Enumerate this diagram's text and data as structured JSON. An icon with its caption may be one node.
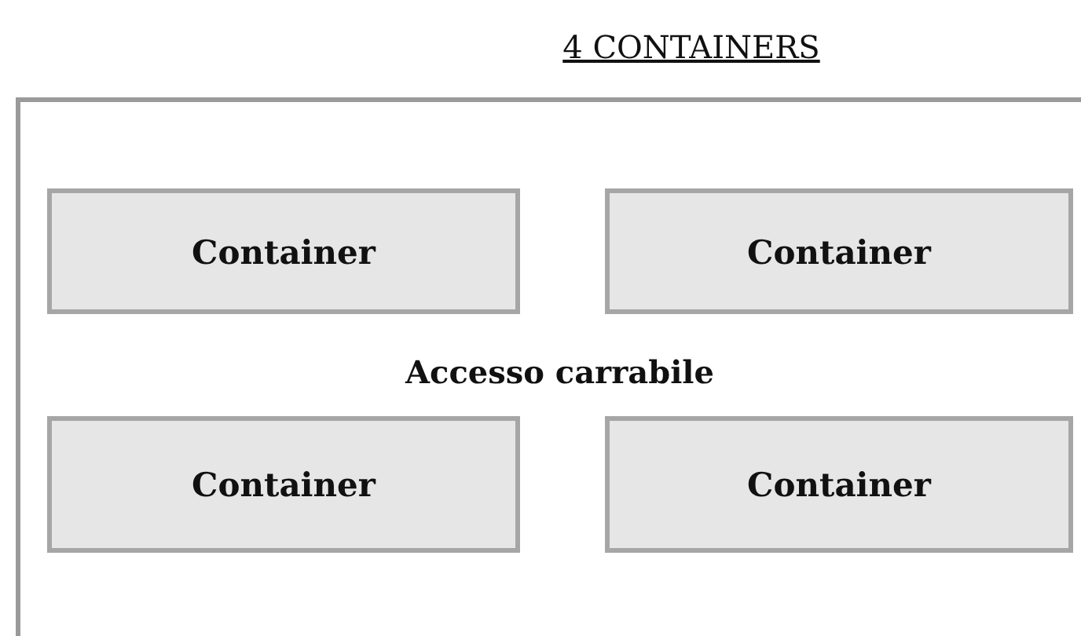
{
  "diagram": {
    "title": "4 CONTAINERS",
    "nodes": [
      {
        "text": [],
        "shape": "box"
      },
      {
        "text": [
          "Container"
        ],
        "in": 0
      },
      {
        "text": [
          "Container"
        ],
        "in": 0
      },
      {
        "text": [
          "Container"
        ],
        "in": 0
      },
      {
        "text": [
          "Container"
        ],
        "in": 0
      }
    ],
    "labels": [
      "Accesso carrabile"
    ]
  }
}
